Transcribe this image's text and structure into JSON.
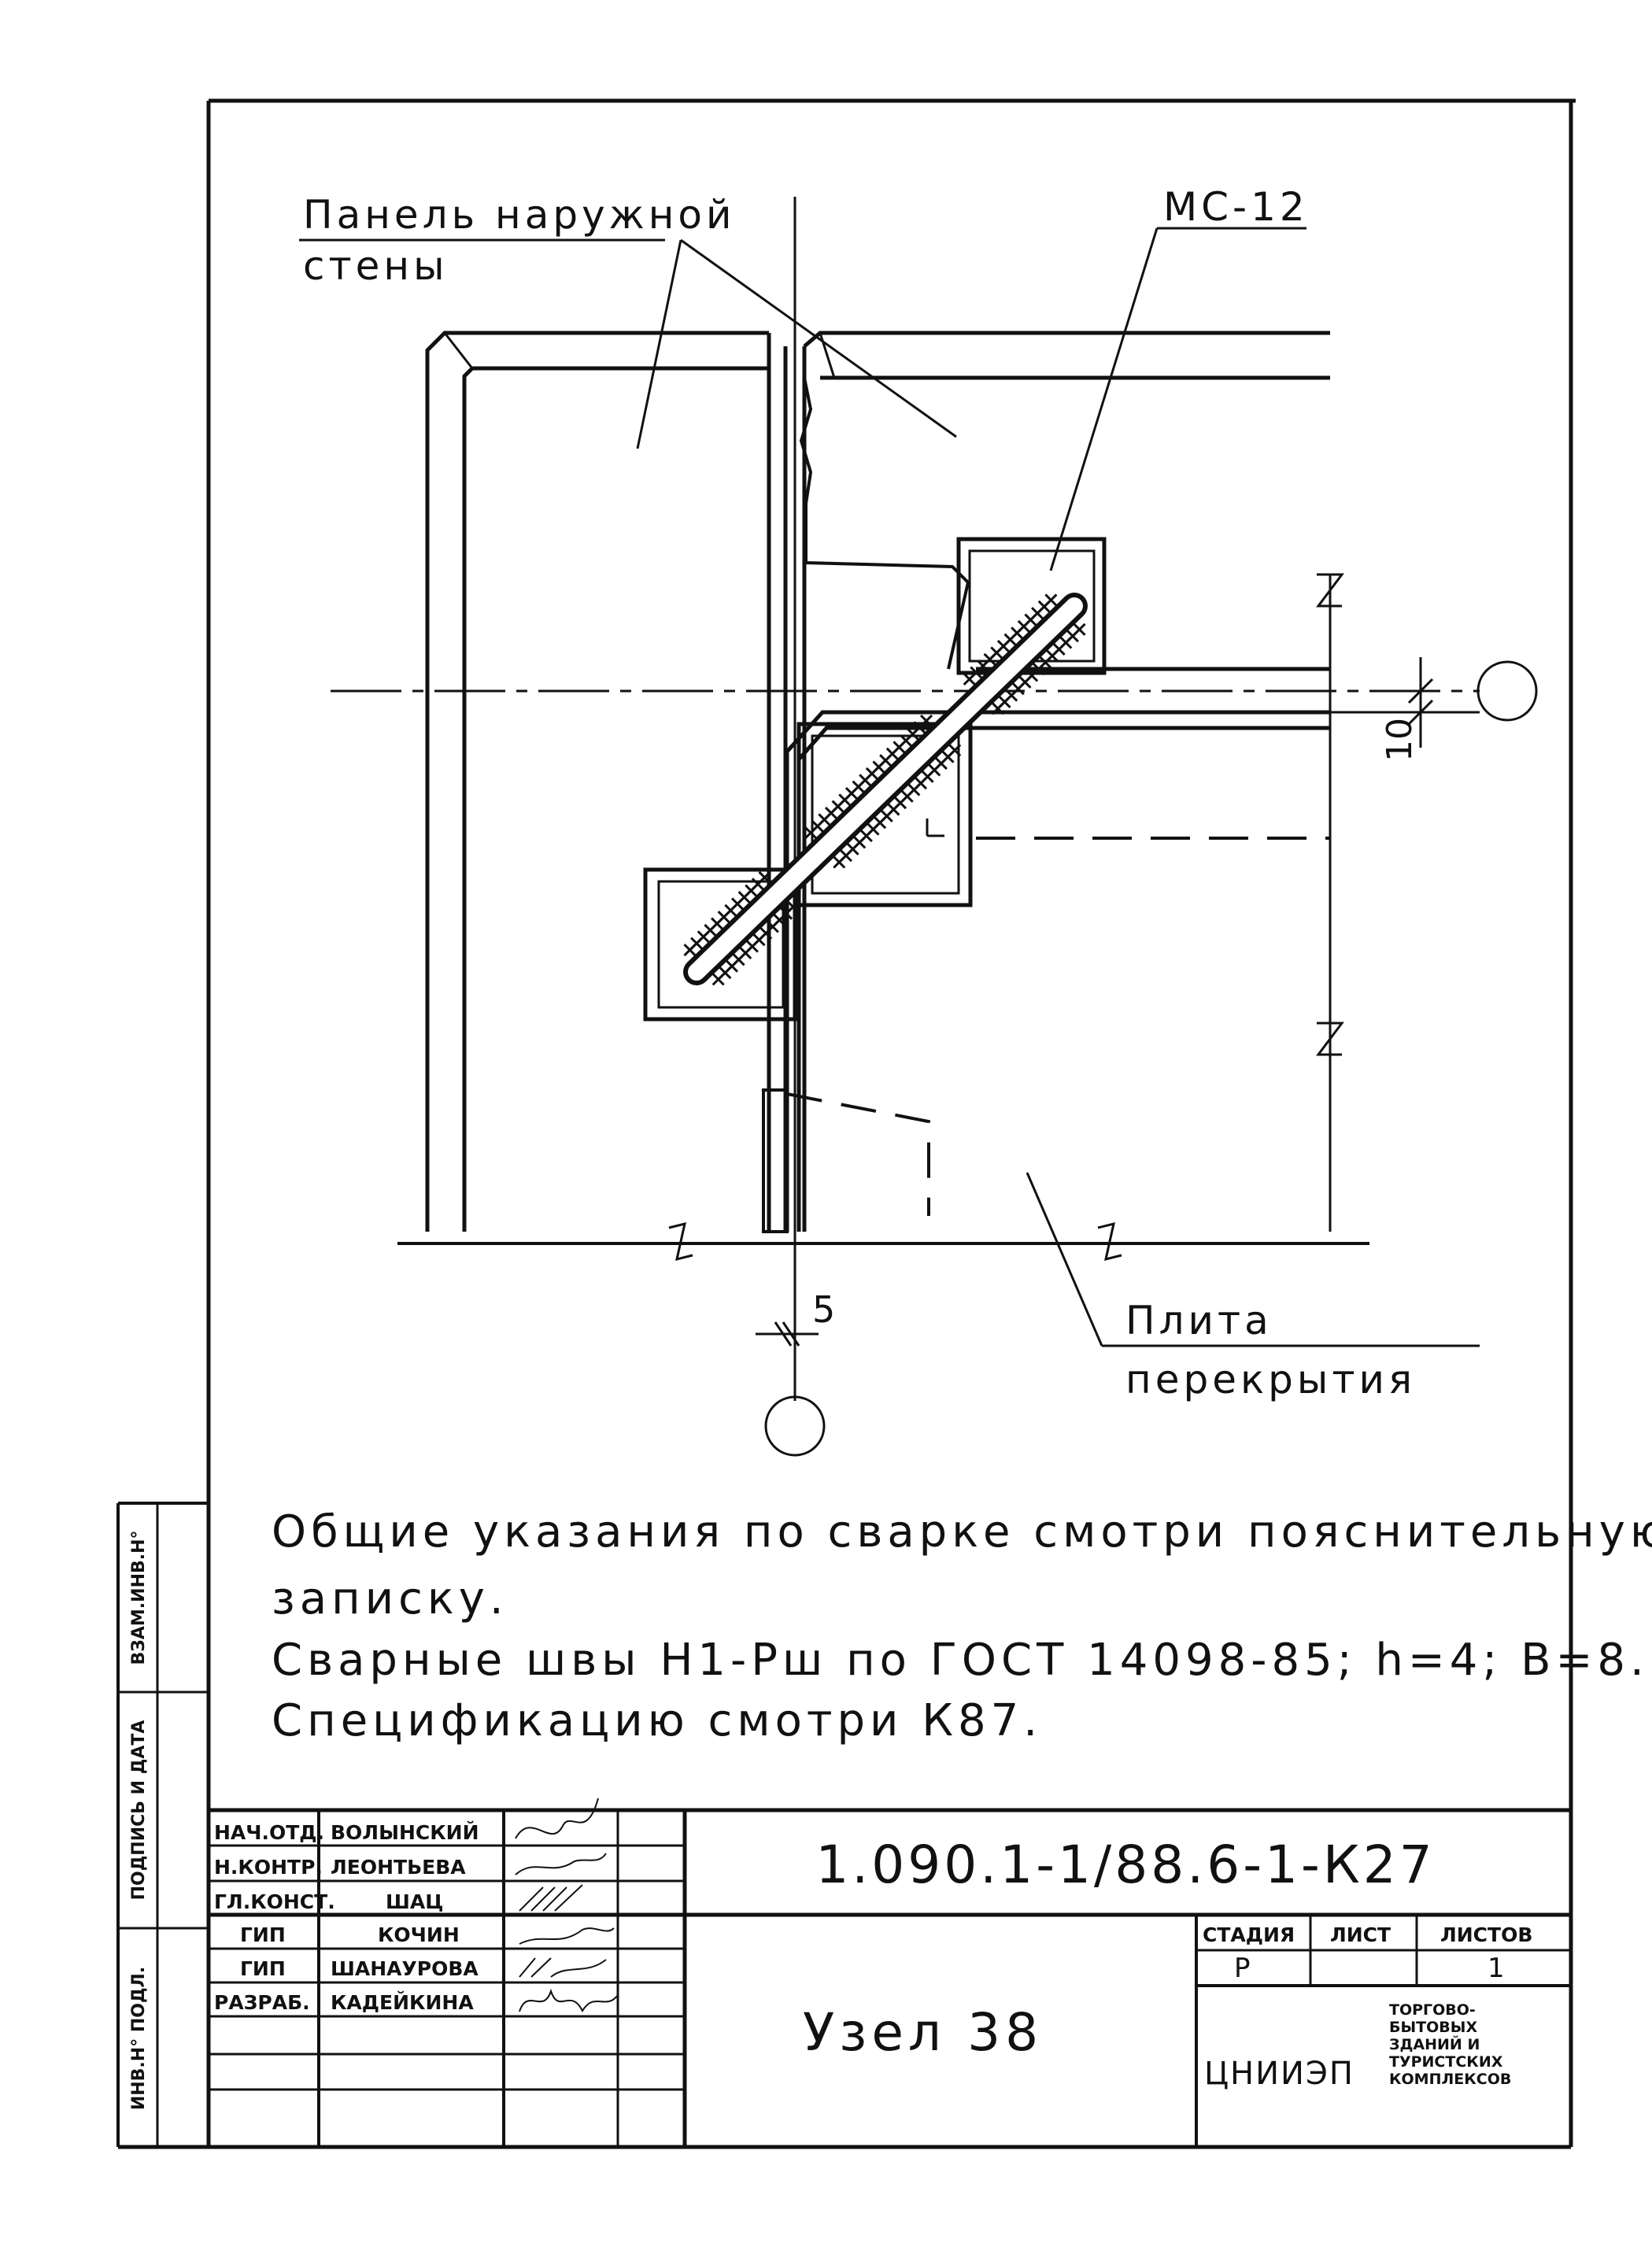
{
  "drawing": {
    "label_panel": [
      "Панель наружной",
      "стены"
    ],
    "label_mc": "МС-12",
    "label_slab": [
      "Плита",
      "перекрытия"
    ],
    "dim_10": "10",
    "dim_5": "5"
  },
  "notes": [
    "Общие указания по сварке смотри пояснительную",
    "записку.",
    "Сварные швы Н1-Рш по ГОСТ 14098-85; h=4; B=8.",
    "Спецификацию смотри К87."
  ],
  "side_stamps": [
    "ВЗАМ.ИНВ.Н°",
    "ПОДПИСЬ И ДАТА",
    "ИНВ.Н° ПОДЛ."
  ],
  "title_block": {
    "document_code": "1.090.1-1/88.6-1-К27",
    "node_title": "Узел 38",
    "stage_header": "СТАДИЯ",
    "sheet_header": "ЛИСТ",
    "sheets_header": "ЛИСТОВ",
    "stage": "Р",
    "sheets": "1",
    "org": "ЦНИИЭП",
    "org_desc": [
      "ТОРГОВО-",
      "БЫТОВЫХ",
      "ЗДАНИЙ И",
      "ТУРИСТСКИХ",
      "КОМПЛЕКСОВ"
    ],
    "signatures": [
      {
        "role": "НАЧ.ОТД.",
        "name": "ВОЛЫНСКИЙ"
      },
      {
        "role": "Н.КОНТР.",
        "name": "ЛЕОНТЬЕВА"
      },
      {
        "role": "ГЛ.КОНСТ.",
        "name": "ШАЦ"
      },
      {
        "role": "ГИП",
        "name": "КОЧИН"
      },
      {
        "role": "ГИП",
        "name": "ШАНАУРОВА"
      },
      {
        "role": "РАЗРАБ.",
        "name": "КАДЕЙКИНА"
      }
    ]
  }
}
